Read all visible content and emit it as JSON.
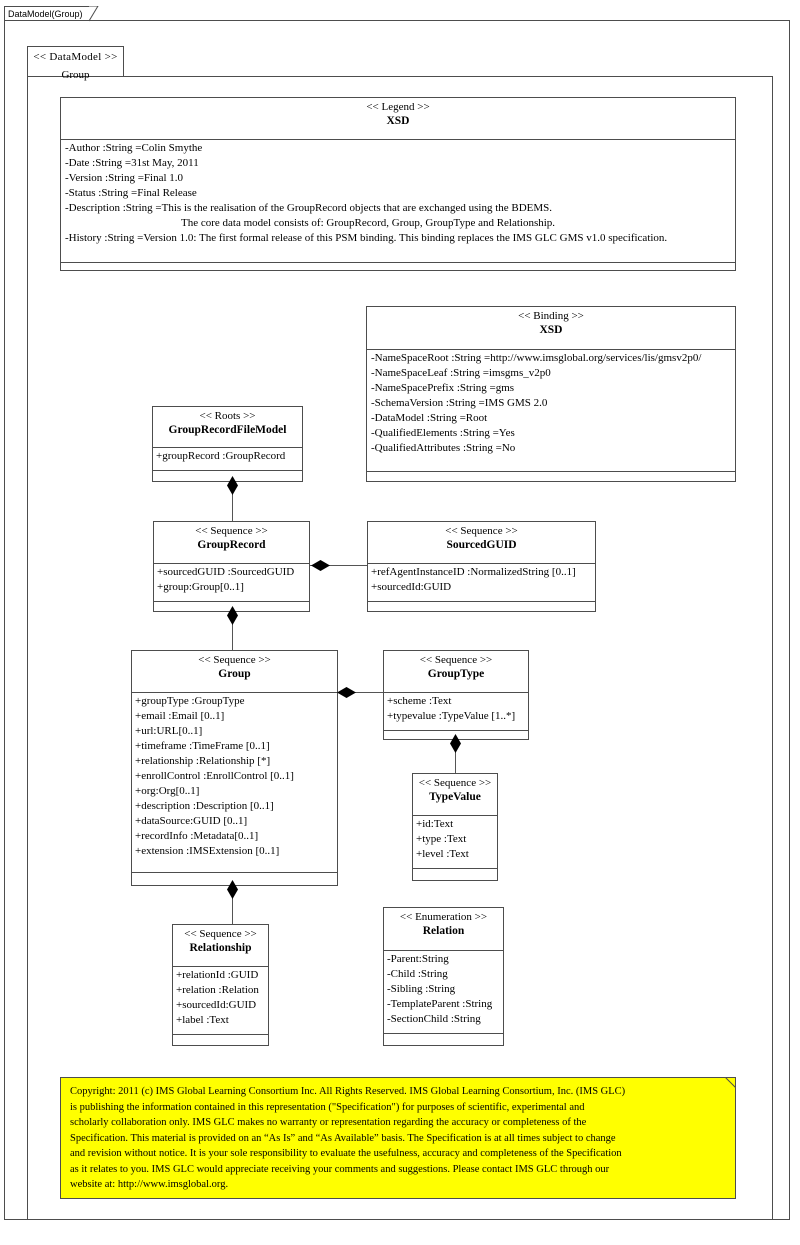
{
  "diagram": {
    "frame_tab_label": "DataModel(Group)",
    "package": {
      "stereotype": "<< DataModel >>",
      "name": "Group"
    }
  },
  "colors": {
    "note_background": "#ffff00",
    "border": "#4d4d4d",
    "canvas": "#ffffff"
  },
  "classes": {
    "legend": {
      "stereotype": "<< Legend >>",
      "name": "XSD",
      "attributes": [
        "-Author :String =Colin Smythe",
        "-Date :String =31st May, 2011",
        "-Version :String =Final 1.0",
        "-Status :String =Final Release",
        "-Description :String =This is the realisation of the GroupRecord objects that are exchanged using the BDEMS.",
        "The core data model consists of: GroupRecord, Group, GroupType and Relationship.",
        "-History :String =Version 1.0: The first formal release of this PSM binding. This binding replaces the IMS GLC GMS v1.0 specification."
      ]
    },
    "binding": {
      "stereotype": "<< Binding  >>",
      "name": "XSD",
      "attributes": [
        "-NameSpaceRoot :String =http://www.imsglobal.org/services/lis/gmsv2p0/",
        "-NameSpaceLeaf :String =imsgms_v2p0",
        "-NameSpacePrefix :String =gms",
        "-SchemaVersion  :String =IMS GMS 2.0",
        "-DataModel :String =Root",
        "-QualifiedElements  :String =Yes",
        "-QualifiedAttributes  :String =No"
      ]
    },
    "group_record_file_model": {
      "stereotype": "<< Roots >>",
      "name": "GroupRecordFileModel",
      "attributes": [
        "+groupRecord :GroupRecord"
      ]
    },
    "group_record": {
      "stereotype": "<< Sequence >>",
      "name": "GroupRecord",
      "attributes": [
        "+sourcedGUID :SourcedGUID",
        "+group:Group[0..1]"
      ]
    },
    "sourced_guid": {
      "stereotype": "<< Sequence >>",
      "name": "SourcedGUID",
      "attributes": [
        "+refAgentInstanceID  :NormalizedString  [0..1]",
        "+sourcedId:GUID"
      ]
    },
    "group": {
      "stereotype": "<< Sequence >>",
      "name": "Group",
      "attributes": [
        "+groupType :GroupType",
        "+email :Email [0..1]",
        "+url:URL[0..1]",
        "+timeframe  :TimeFrame [0..1]",
        "+relationship  :Relationship  [*]",
        "+enrollControl  :EnrollControl  [0..1]",
        "+org:Org[0..1]",
        "+description :Description [0..1]",
        "+dataSource:GUID [0..1]",
        "+recordInfo :Metadata[0..1]",
        "+extension :IMSExtension [0..1]"
      ]
    },
    "group_type": {
      "stereotype": "<< Sequence >>",
      "name": "GroupType",
      "attributes": [
        "+scheme :Text",
        "+typevalue :TypeValue [1..*]"
      ]
    },
    "type_value": {
      "stereotype": "<< Sequence >>",
      "name": "TypeValue",
      "attributes": [
        "+id:Text",
        "+type :Text",
        "+level :Text"
      ]
    },
    "relationship": {
      "stereotype": "<< Sequence >>",
      "name": "Relationship",
      "attributes": [
        "+relationId :GUID",
        "+relation :Relation",
        "+sourcedId:GUID",
        "+label :Text"
      ]
    },
    "relation": {
      "stereotype": "<< Enumeration  >>",
      "name": "Relation",
      "attributes": [
        "-Parent:String",
        "-Child :String",
        "-Sibling  :String",
        "-TemplateParent  :String",
        "-SectionChild  :String"
      ]
    }
  },
  "note": {
    "lines": [
      "Copyright: 2011 (c) IMS Global Learning Consortium Inc.  All Rights Reserved.  IMS Global Learning Consortium, Inc. (IMS GLC)",
      "is publishing the information contained in this representation (\"Specification\") for purposes of scientific, experimental and",
      "scholarly collaboration only.  IMS GLC makes no warranty or representation regarding  the accuracy or completeness of the",
      "Specification.  This material is provided on an “As Is” and “As Available” basis.  The Specification is at all times subject to change",
      "and revision without notice.  It is your sole responsibility to evaluate the usefulness, accuracy and completeness of the Specification",
      "as it relates to you.  IMS GLC would appreciate receiving your comments and suggestions.  Please contact IMS GLC through our",
      "website at: http://www.imsglobal.org."
    ]
  }
}
